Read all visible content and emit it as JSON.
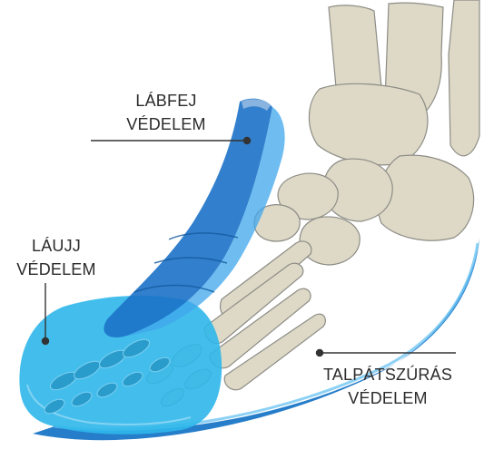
{
  "callouts": {
    "instep": {
      "line1": "LÁBFEJ",
      "line2": "VÉDELEM"
    },
    "toe": {
      "line1": "LÁUJJ",
      "line2": "VÉDELEM"
    },
    "sole": {
      "line1": "TALPÁTSZÚRÁS",
      "line2": "VÉDELEM"
    }
  },
  "colors": {
    "instep_guard": "#1c72c8",
    "toe_cap": "#2fb7ea",
    "sole_plate": "#1a76c6",
    "bone": "#ddd9c6",
    "bone_outline": "#8d8c86",
    "leader": "#333333"
  }
}
